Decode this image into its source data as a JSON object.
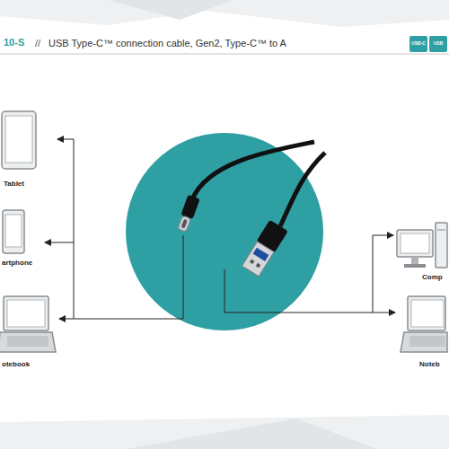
{
  "diagram": {
    "title": "USB Type-C™ connection cable, Gen2, Type-C™ to A",
    "nodes": [
      {
        "text": [
          "Tablet"
        ]
      },
      {
        "text": [
          "artphone"
        ]
      },
      {
        "text": [
          "otebook"
        ]
      },
      {
        "text": [
          "Comp"
        ]
      },
      {
        "text": [
          "Noteb"
        ]
      }
    ],
    "labels": [
      "10-S",
      "//",
      "USB-C",
      "USB"
    ]
  }
}
